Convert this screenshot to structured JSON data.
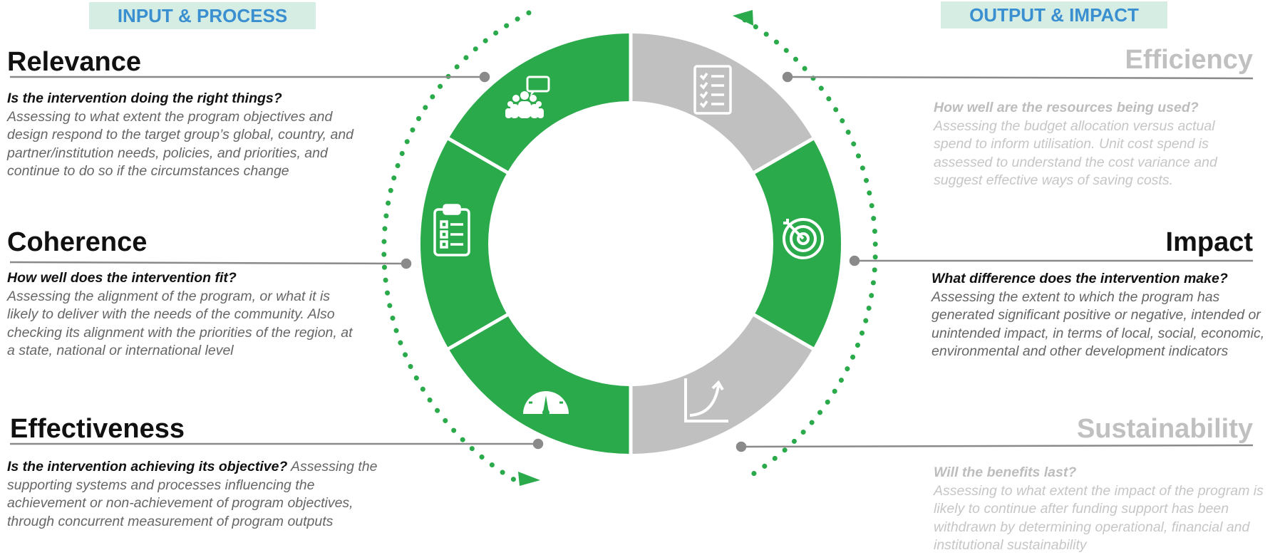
{
  "headers": {
    "left": "INPUT & PROCESS",
    "right": "OUTPUT & IMPACT"
  },
  "colors": {
    "green": "#2aaa4a",
    "grey": "#c0c0c0",
    "header_bg": "#d6ede3",
    "header_text": "#3a8fd0"
  },
  "criteria": [
    {
      "title": "Relevance",
      "question": "Is the intervention doing the right things?",
      "text": "Assessing to what extent the program objectives and design respond to the target group’s global, country, and partner/institution needs, policies, and priorities, and continue to do so if the circumstances change",
      "icon": "people-chat-icon",
      "state": "active"
    },
    {
      "title": "Coherence",
      "question": "How well does the intervention fit?",
      "text": "Assessing the alignment of the program, or what it is likely to deliver with the needs of the community. Also checking its alignment with the priorities of the region, at a state, national or international level",
      "icon": "clipboard-checklist-icon",
      "state": "active"
    },
    {
      "title": "Effectiveness",
      "question": "Is the intervention achieving its objective?",
      "text": "Assessing the supporting systems and processes influencing the achievement or non-achievement of program objectives, through concurrent measurement of program outputs",
      "icon": "gauge-icon",
      "state": "active"
    },
    {
      "title": "Efficiency",
      "question": "How well are the resources being used?",
      "text": "Assessing the budget allocation versus actual spend to inform utilisation. Unit cost spend is assessed to understand the cost variance and suggest effective ways of saving costs.",
      "icon": "checklist-document-icon",
      "state": "inactive"
    },
    {
      "title": "Impact",
      "question": "What difference does the intervention make?",
      "text": "Assessing the extent to which the program has generated significant positive or negative, intended or unintended impact, in terms of local, social, economic, environmental and other development indicators",
      "icon": "target-icon",
      "state": "active"
    },
    {
      "title": "Sustainability",
      "question": "Will the benefits last?",
      "text": "Assessing to what extent the impact of the program is likely to continue after funding support has been withdrawn by determining operational, financial and institutional sustainability",
      "icon": "growth-chart-icon",
      "state": "inactive"
    }
  ]
}
